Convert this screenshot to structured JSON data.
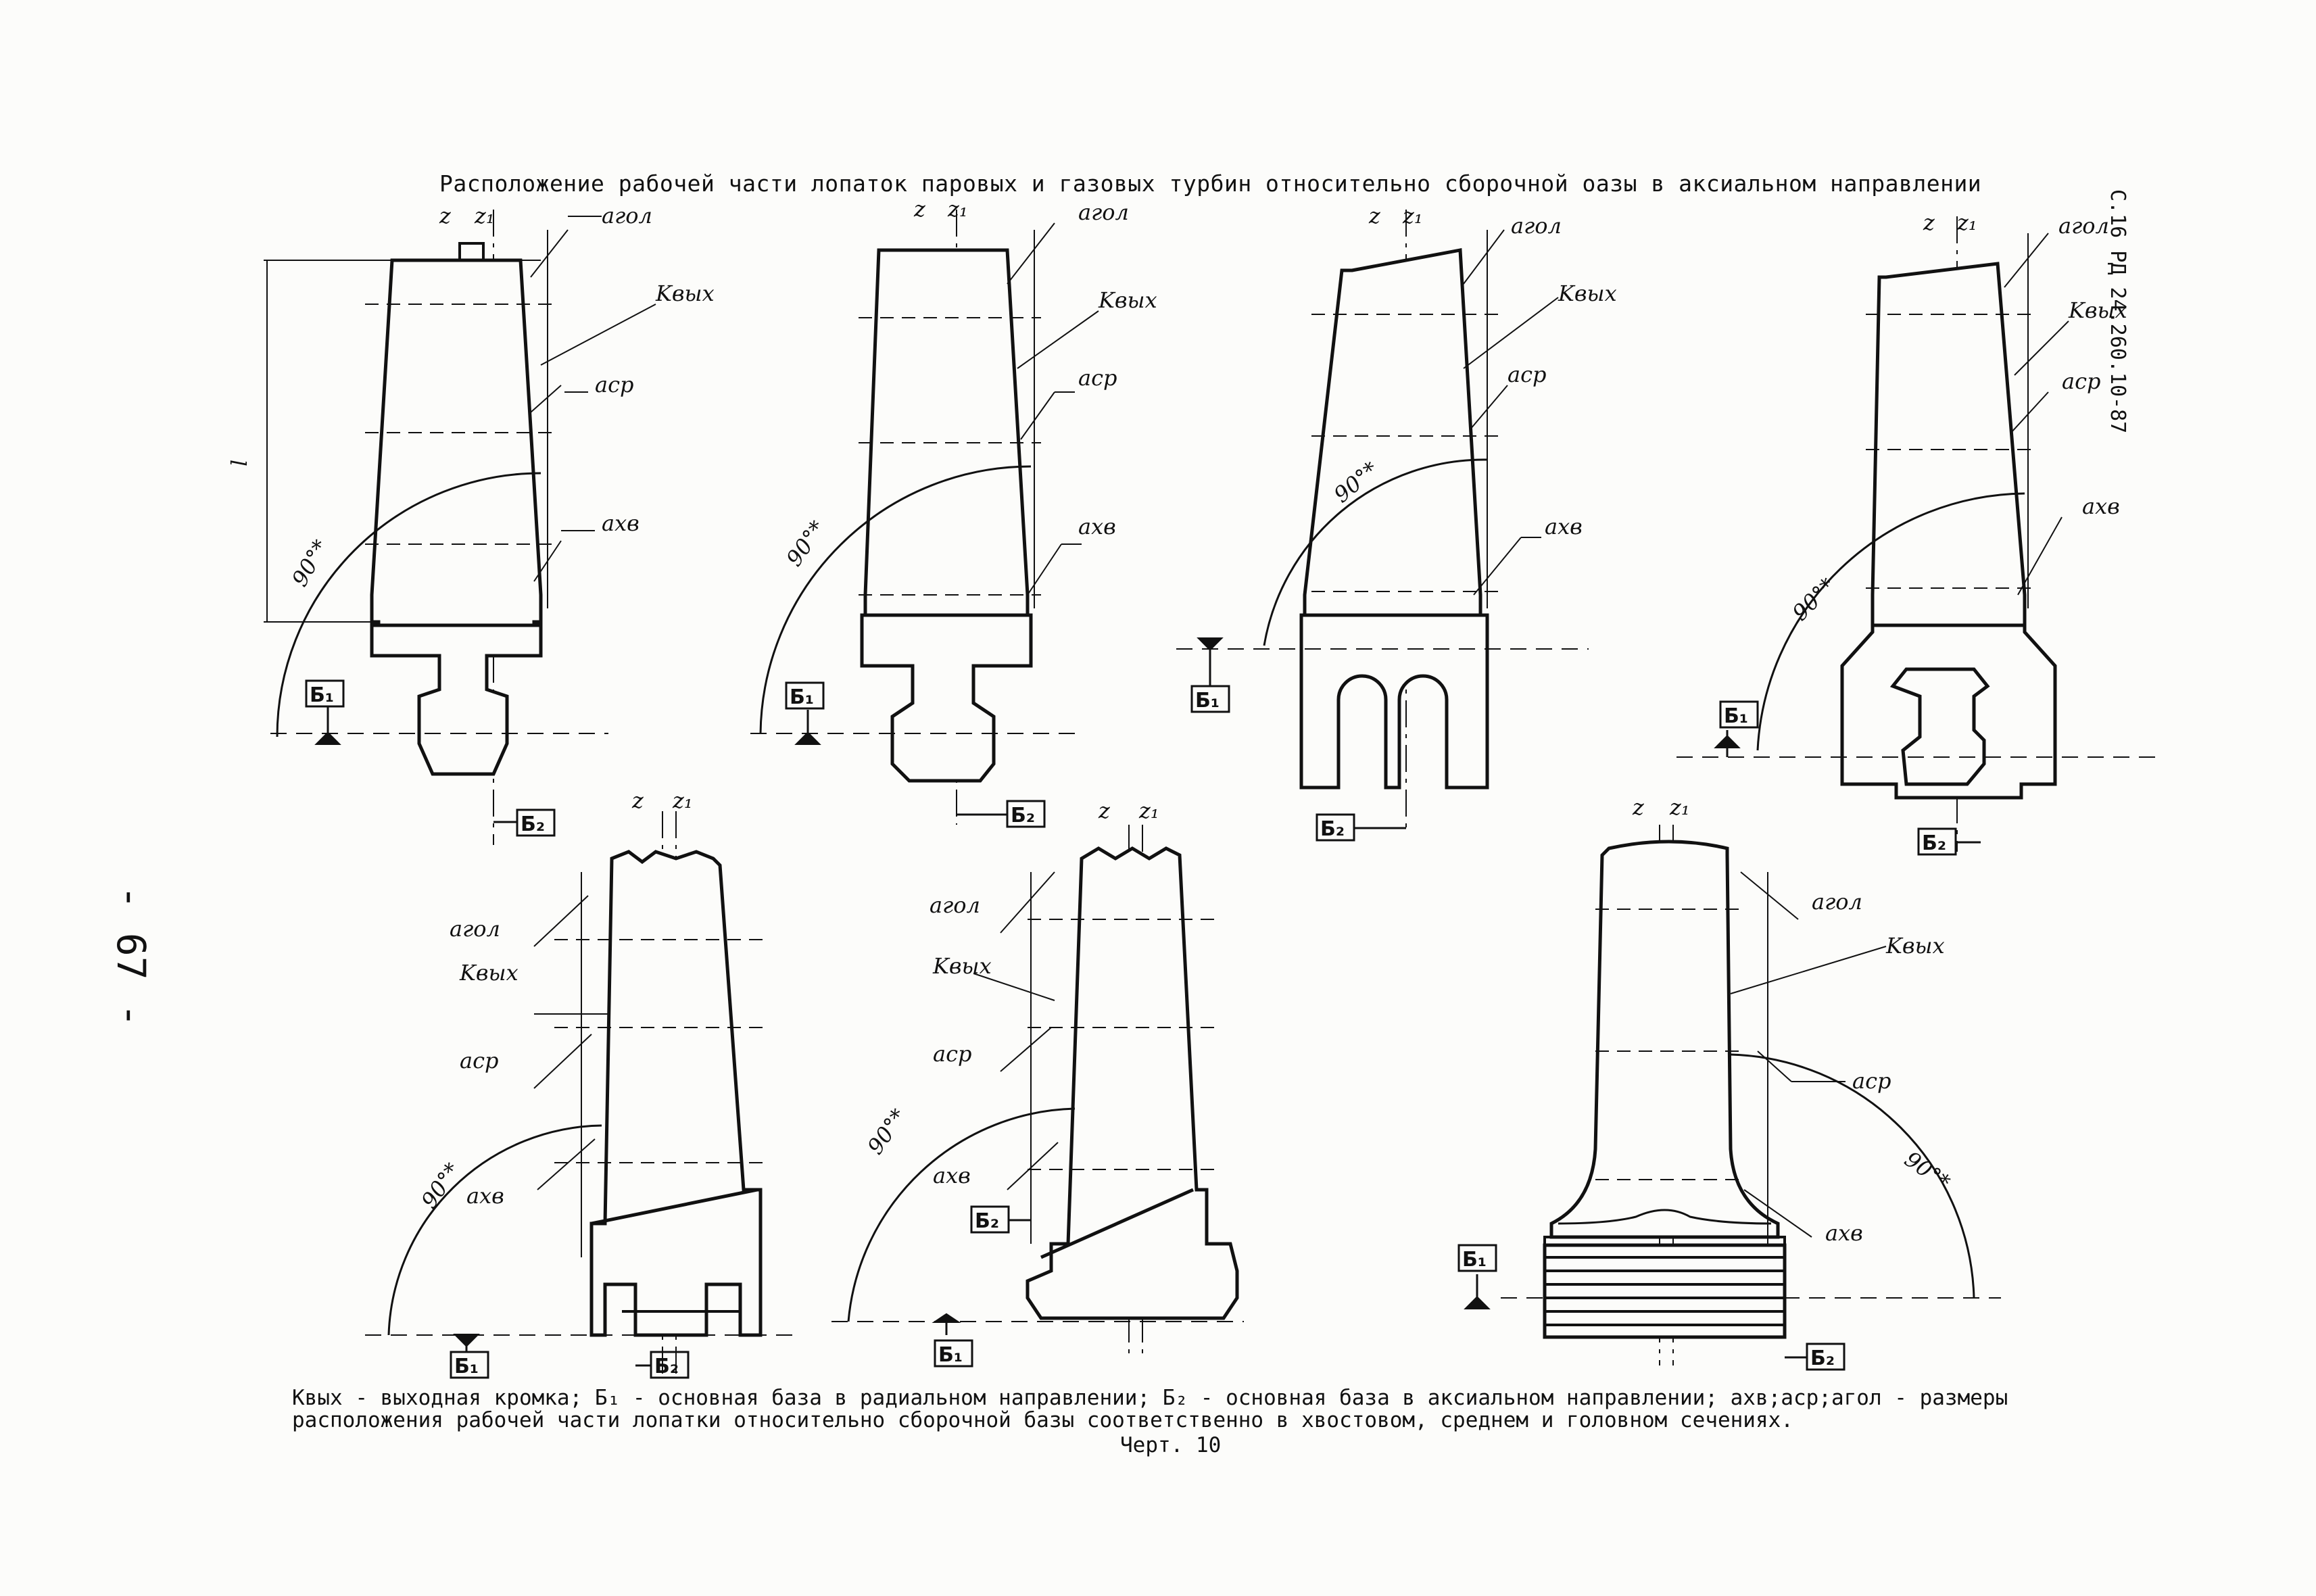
{
  "title": "Расположение рабочей части лопаток паровых и газовых турбин относительно сборочной оазы в аксиальном направлении",
  "side_code": "С.16 РД 24.260.10-87",
  "page_number": "- 67 -",
  "caption": {
    "line1": "Квых - выходная кромка; Б₁ - основная база в радиальном направлении; Б₂ - основная база в аксиальном направлении; aхв;aср;aгол - размеры",
    "line2": "расположения рабочей части лопатки относительно сборочной базы соответственно в хвостовом, среднем и головном сечениях.",
    "line3": "Черт. 10"
  },
  "labels": {
    "z": "z",
    "z1": "z₁",
    "a_gol": "aгол",
    "k_vykh": "Kвых",
    "a_sr": "aср",
    "a_khv": "aхв",
    "angle": "90°*",
    "b1": "Б₁",
    "b2": "Б₂",
    "length": "l"
  }
}
